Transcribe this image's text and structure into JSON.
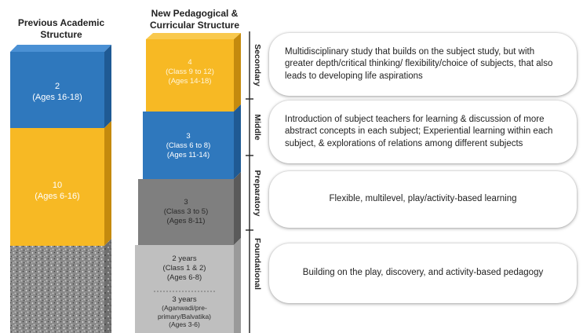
{
  "headers": {
    "previous": "Previous Academic Structure",
    "new": "New Pedagogical & Curricular Structure"
  },
  "previous_blocks": [
    {
      "num": "2",
      "ages": "(Ages 16-18)",
      "color": "#2f78bd"
    },
    {
      "num": "10",
      "ages": "(Ages 6-16)",
      "color": "#f7b924"
    },
    {
      "color": "#8c8c8c"
    }
  ],
  "new_blocks": {
    "secondary": {
      "num": "4",
      "classes": "(Class 9 to 12)",
      "ages": "(Ages 14-18)",
      "color": "#f7b924"
    },
    "middle": {
      "num": "3",
      "classes": "(Class 6 to 8)",
      "ages": "(Ages 11-14)",
      "color": "#2f78bd"
    },
    "preparatory": {
      "num": "3",
      "classes": "(Class 3 to 5)",
      "ages": "(Ages 8-11)",
      "color": "#7f7f7f"
    },
    "foundational": {
      "a_years": "2 years",
      "a_classes": "(Class 1 & 2)",
      "a_ages": "(Ages 6-8)",
      "b_years": "3 years",
      "b_line1": "(Aganwadi/pre-",
      "b_line2": "primary/Balvatika)",
      "b_ages": "(Ages 3-6)",
      "color": "#bfbfbf"
    }
  },
  "stages": [
    "Secondary",
    "Middle",
    "Preparatory",
    "Foundational"
  ],
  "descriptions": [
    "Multidisciplinary study that builds on the subject study, but with greater depth/critical thinking/ flexibility/choice of subjects, that also leads to developing life aspirations",
    "Introduction of subject teachers for learning & discussion of more abstract concepts in each subject; Experiential learning within each subject, & explorations of relations among different subjects",
    "Flexible, multilevel, play/activity-based learning",
    "Building on the play, discovery, and activity-based pedagogy"
  ]
}
